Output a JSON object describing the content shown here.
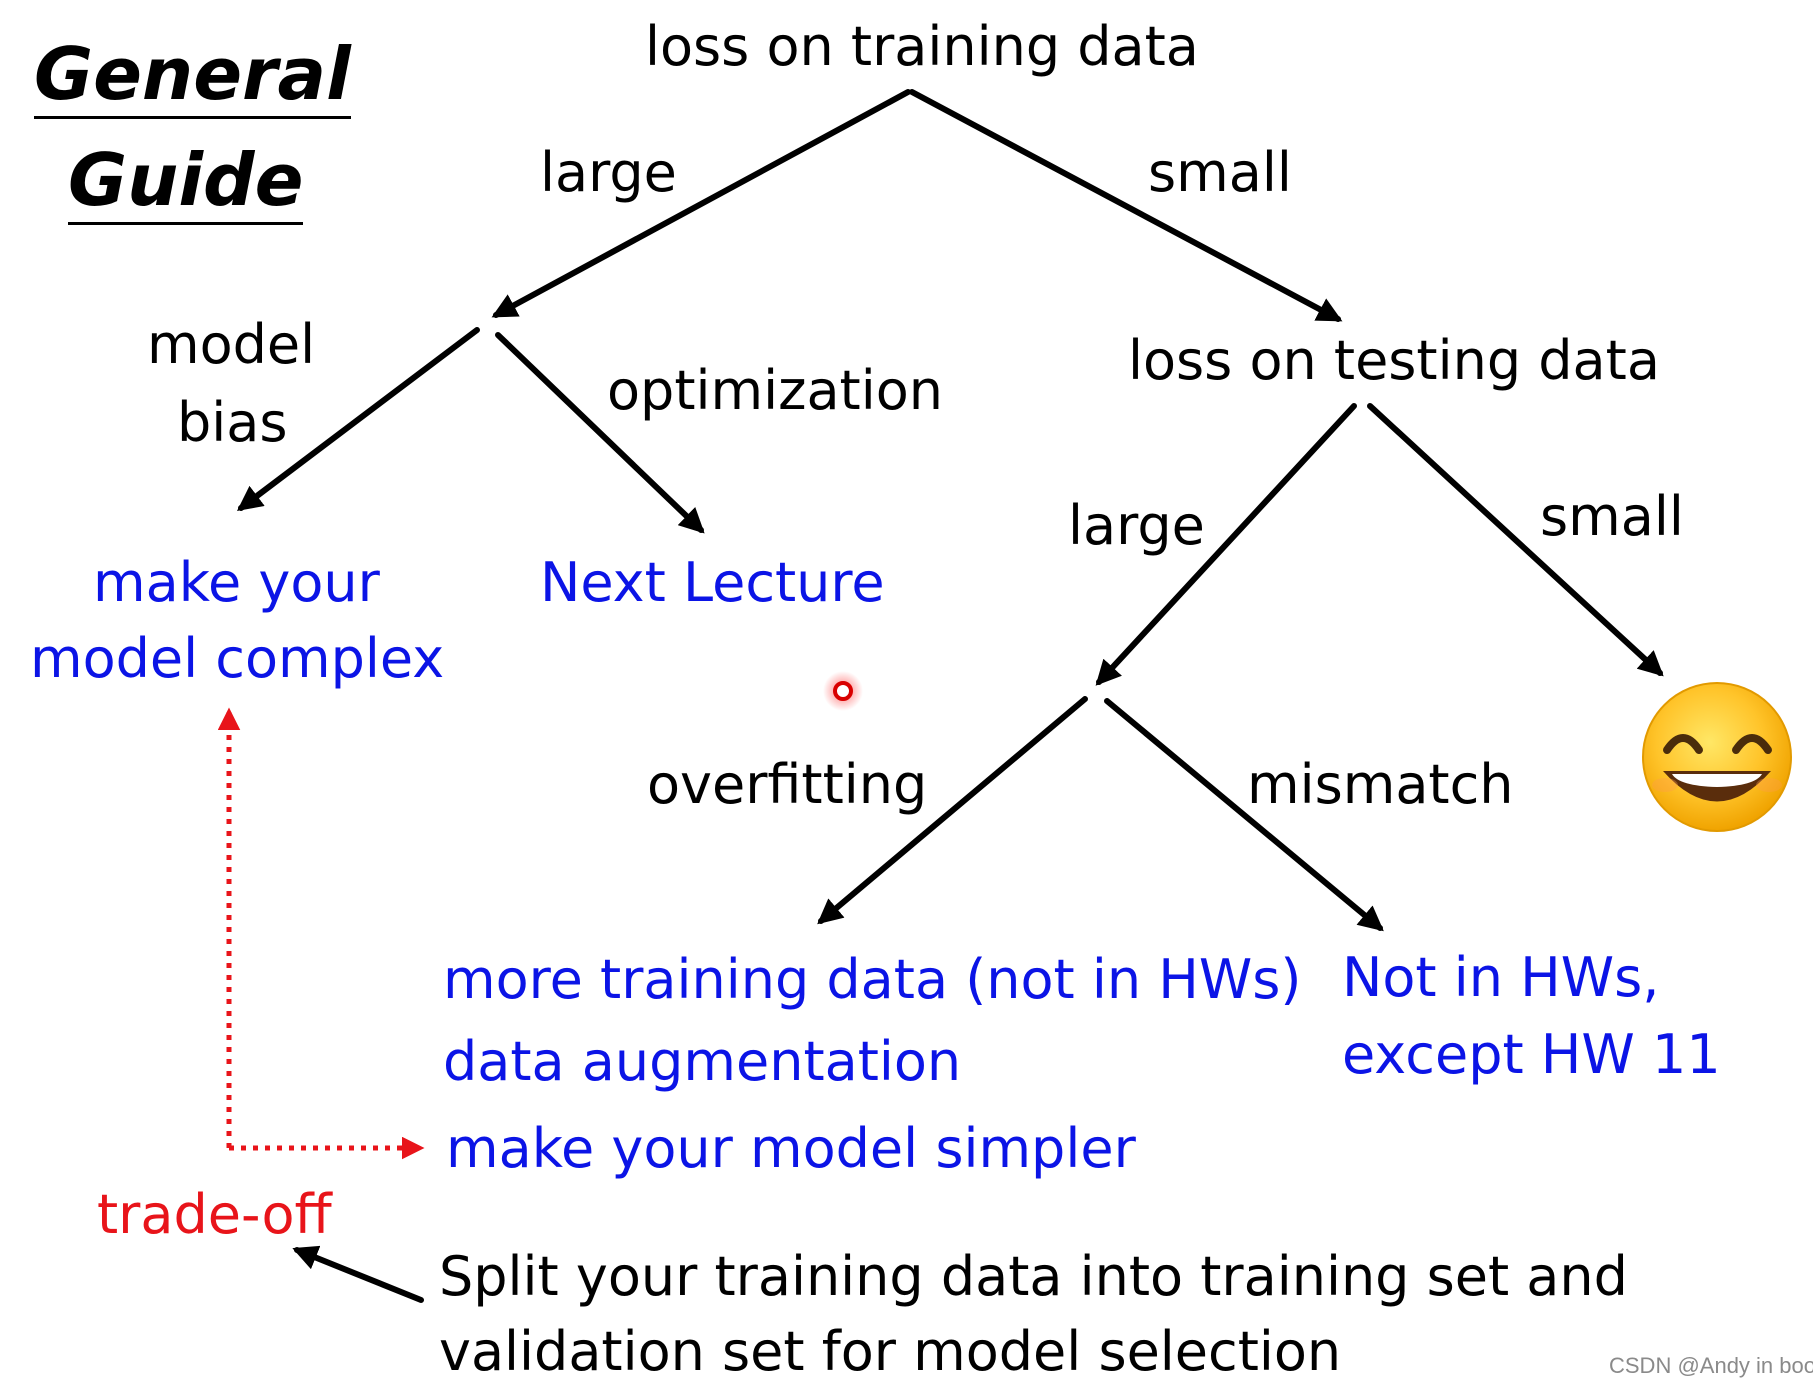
{
  "title": {
    "line1": "General",
    "line2": "Guide"
  },
  "root": "loss on training data",
  "branch_large": "large",
  "branch_small": "small",
  "model_bias": {
    "line1": "model",
    "line2": "bias"
  },
  "optimization": "optimization",
  "make_complex": {
    "line1": "make your",
    "line2": "model complex"
  },
  "next_lecture": "Next Lecture",
  "testing": "loss on testing data",
  "test_large": "large",
  "test_small": "small",
  "overfitting": "overfitting",
  "mismatch": "mismatch",
  "overfit_fixes": {
    "line1": "more training data (not in HWs)",
    "line2": "data augmentation",
    "line3": "make your model simpler"
  },
  "mismatch_note": {
    "line1": "Not in HWs,",
    "line2": "except HW 11"
  },
  "tradeoff": "trade-off",
  "split_note": {
    "line1": "Split your training data into training set and",
    "line2": "validation set for model selection"
  },
  "watermark": "CSDN @Andy in boots",
  "icons": {
    "outcome": "smiling-face-icon",
    "pointer": "laser-pointer-dot"
  },
  "colors": {
    "solution_text": "#0b14e6",
    "tradeoff_text": "#e8141a",
    "tradeoff_arrow": "#e8141a",
    "arrows": "#000000"
  }
}
